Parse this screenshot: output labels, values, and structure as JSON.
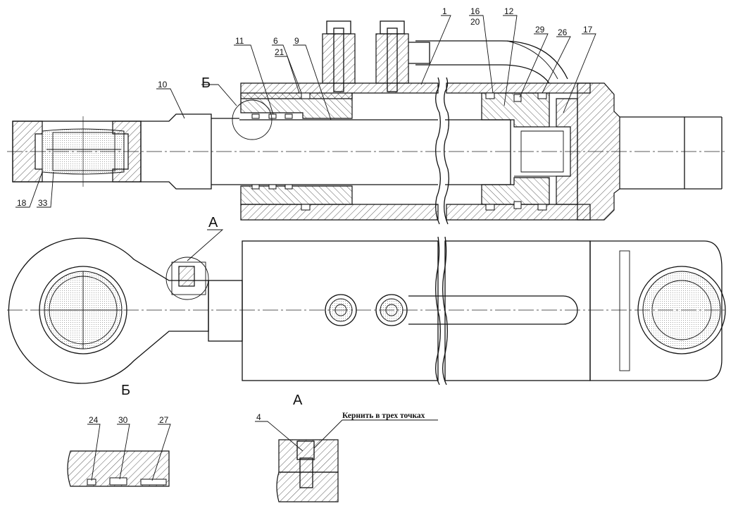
{
  "callouts": {
    "c1": "1",
    "c16": "16",
    "c20": "20",
    "c12": "12",
    "c29": "29",
    "c26": "26",
    "c17": "17",
    "c11": "11",
    "c6": "6",
    "c21": "21",
    "c9": "9",
    "c10": "10",
    "c18": "18",
    "c33": "33",
    "c24": "24",
    "c30": "30",
    "c27": "27",
    "c4": "4"
  },
  "section_marks": {
    "b_top": "Б",
    "a_top": "А",
    "b_detail": "Б",
    "a_detail": "А"
  },
  "note": "Кернить в трех точках"
}
